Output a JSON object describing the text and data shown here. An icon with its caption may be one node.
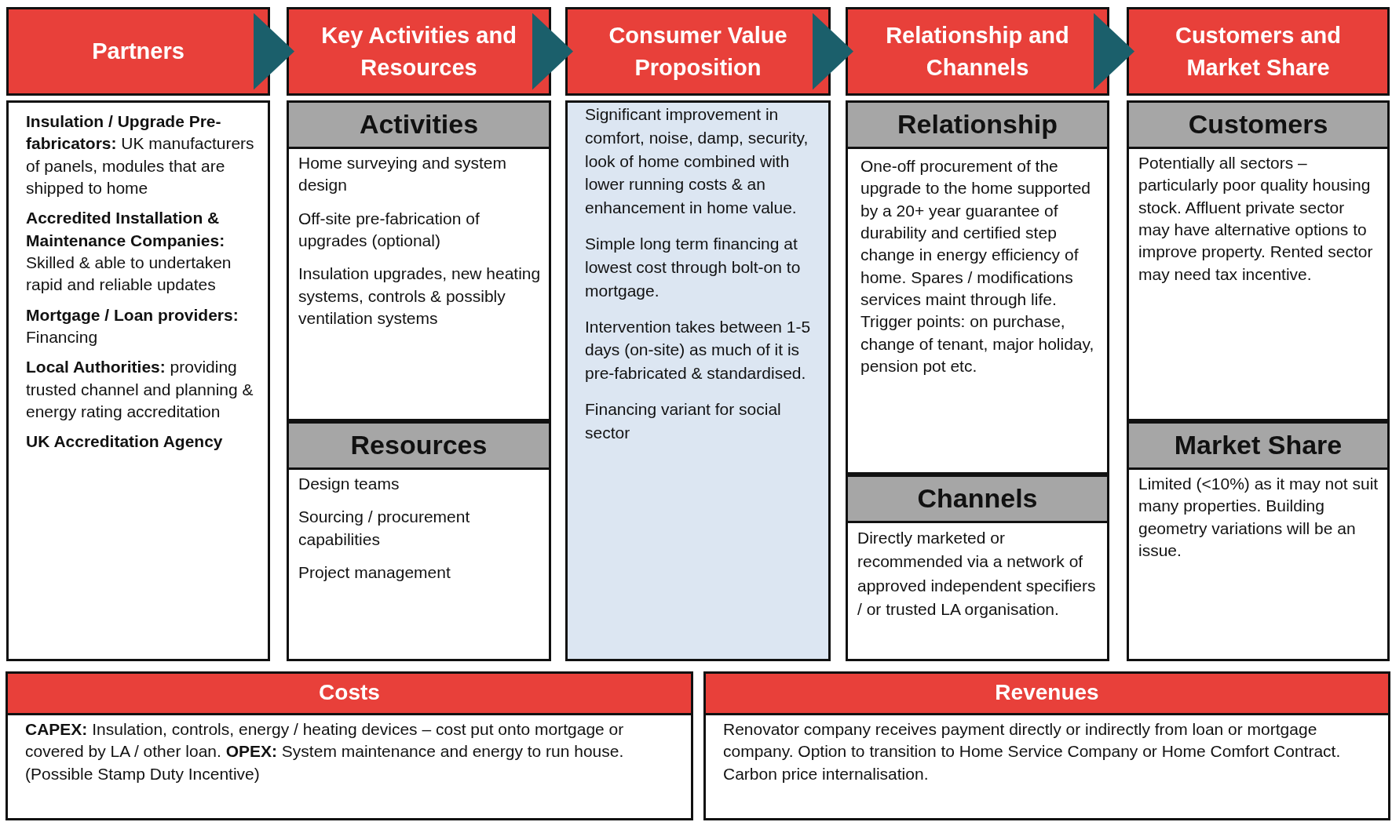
{
  "diagram": {
    "nodes": [
      {
        "text": [
          "Partners"
        ]
      },
      {
        "text": [
          "Key Activities and Resources"
        ]
      },
      {
        "text": [
          "Consumer Value Proposition"
        ]
      },
      {
        "text": [
          "Relationship and Channels"
        ]
      },
      {
        "text": [
          "Customers and Market Share"
        ]
      },
      {
        "text": [
          "**Insulation / Upgrade Pre-fabricators:** UK manufacturers of panels, modules that are shipped to home",
          "**Accredited Installation & Maintenance Companies:** Skilled & able to undertaken rapid and reliable updates",
          "**Mortgage / Loan providers:** Financing",
          "**Local Authorities:** providing trusted channel and planning & energy rating accreditation",
          "**UK Accreditation Agency**"
        ]
      },
      {
        "text": [
          "Activities",
          "Home surveying and system design",
          "Off-site pre-fabrication of upgrades (optional)",
          "Insulation upgrades, new heating systems, controls & possibly ventilation systems"
        ]
      },
      {
        "text": [
          "Resources",
          "Design teams",
          "Sourcing / procurement capabilities",
          "Project management"
        ]
      },
      {
        "text": [
          "Significant improvement in comfort, noise, damp, security, look of home combined with lower running costs & an enhancement in home value.",
          "Simple long term financing at lowest cost through bolt-on to mortgage.",
          "Intervention takes between 1-5 days (on-site)  as much of it is pre-fabricated & standardised.",
          "Financing variant for social sector"
        ]
      },
      {
        "text": [
          "Relationship",
          "One-off procurement of the upgrade to the home supported by a 20+ year guarantee of durability and certified step change in energy efficiency of home. Spares / modifications services maint through life. Trigger points: on purchase, change of tenant, major holiday, pension pot etc."
        ]
      },
      {
        "text": [
          "Channels",
          "Directly marketed or recommended via a network of approved independent specifiers / or trusted LA organisation."
        ]
      },
      {
        "text": [
          "Customers",
          "Potentially all sectors – particularly poor quality housing stock. Affluent private sector may have alternative options to improve property. Rented sector may need tax incentive."
        ]
      },
      {
        "text": [
          "Market Share",
          "Limited (<10%) as it may not suit many properties. Building geometry variations will be an issue."
        ]
      },
      {
        "text": [
          "Costs",
          "**CAPEX:** Insulation, controls, energy / heating devices – cost put onto mortgage or covered by LA / other loan. **OPEX:** System maintenance and energy to run house. (Possible Stamp Duty Incentive)"
        ]
      },
      {
        "text": [
          "Revenues",
          "Renovator company receives payment directly or indirectly from loan or mortgage company. Option to transition to Home Service Company or Home Comfort Contract. Carbon price internalisation."
        ]
      }
    ],
    "edges": [
      {
        "from": 0,
        "to": 1,
        "arrow": "to"
      },
      {
        "from": 1,
        "to": 2,
        "arrow": "to"
      },
      {
        "from": 2,
        "to": 3,
        "arrow": "to"
      },
      {
        "from": 3,
        "to": 4,
        "arrow": "to"
      }
    ]
  }
}
